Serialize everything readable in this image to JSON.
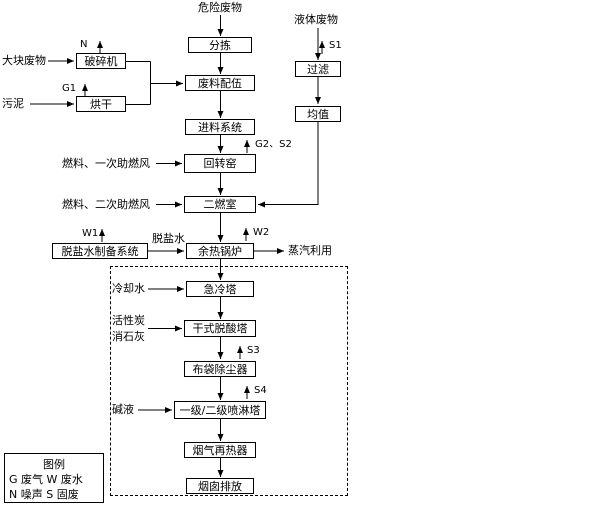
{
  "flow": {
    "hazardous_waste": "危险废物",
    "sorting": "分拣",
    "waste_blending": "废料配伍",
    "feeding_system": "进料系统",
    "rotary_kiln": "回转窑",
    "secondary_combustion": "二燃室",
    "waste_heat_boiler": "余热锅炉",
    "quench_tower": "急冷塔",
    "dry_deacidification_tower": "干式脱酸塔",
    "bag_dust_collector": "布袋除尘器",
    "spray_tower": "一级/二级喷淋塔",
    "flue_gas_reheater": "烟气再热器",
    "stack_discharge": "烟囱排放"
  },
  "pretreatment": {
    "bulk_waste": "大块废物",
    "crusher": "破碎机",
    "sludge": "污泥",
    "dryer": "烘干",
    "liquid_waste": "液体废物",
    "filtration": "过滤",
    "equalization": "均值"
  },
  "inputs": {
    "fuel_primary_air": "燃料、一次助燃风",
    "fuel_secondary_air": "燃料、二次助燃风",
    "demin_water_prep_system": "脱盐水制备系统",
    "demin_water": "脱盐水",
    "cooling_water": "冷却水",
    "activated_carbon": "活性炭",
    "slaked_lime": "消石灰",
    "alkali_solution": "碱液"
  },
  "outputs": {
    "steam_utilization": "蒸汽利用"
  },
  "emissions": {
    "n": "N",
    "g1": "G1",
    "s1": "S1",
    "g2_s2": "G2、S2",
    "w1": "W1",
    "w2": "W2",
    "s3": "S3",
    "s4": "S4"
  },
  "legend": {
    "title": "图例",
    "row1": "G 废气 W 废水",
    "row2": "N 噪声 S 固废"
  }
}
